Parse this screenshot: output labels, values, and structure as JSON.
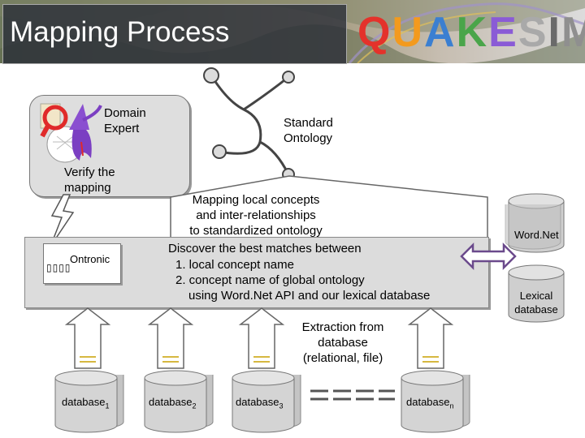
{
  "header": {
    "title": "Mapping Process",
    "logo_letters": [
      "Q",
      "U",
      "A",
      "K",
      "E",
      "S",
      "I",
      "M"
    ]
  },
  "expert": {
    "label_lines": [
      "Domain",
      "Expert"
    ],
    "verify_lines": [
      "Verify the",
      "mapping"
    ]
  },
  "ontology": {
    "label_lines": [
      "Standard",
      "Ontology"
    ]
  },
  "mapping": {
    "lines": [
      "Mapping local concepts",
      "and inter-relationships",
      "to standardized ontology"
    ],
    "discover_lines": [
      "Discover the best matches between",
      "1. local concept name",
      "2. concept name of global ontology",
      "using Word.Net API and our lexical database"
    ]
  },
  "tool": {
    "name": "Ontronic",
    "indicator": "▯▯▯▯"
  },
  "right_dbs": {
    "wordnet": "Word.Net",
    "lexical_lines": [
      "Lexical",
      "database"
    ]
  },
  "extraction": {
    "lines": [
      "Extraction from",
      "database",
      "(relational, file)"
    ]
  },
  "databases": [
    {
      "name": "database",
      "sub": "1"
    },
    {
      "name": "database",
      "sub": "2"
    },
    {
      "name": "database",
      "sub": "3"
    },
    {
      "name": "database",
      "sub": "n"
    }
  ],
  "colors": {
    "logo": [
      "#e4322b",
      "#f39a1e",
      "#3b7fd1",
      "#4aa54a",
      "#8a5bd6",
      "#b0b0b0",
      "#6a6a6a",
      "#9a9a9a"
    ],
    "arrow_fill": "#ffffff",
    "arrow_stroke": "#666666",
    "db_fill": "#cfcfcf",
    "double_arrow": "#6b4a8c"
  }
}
